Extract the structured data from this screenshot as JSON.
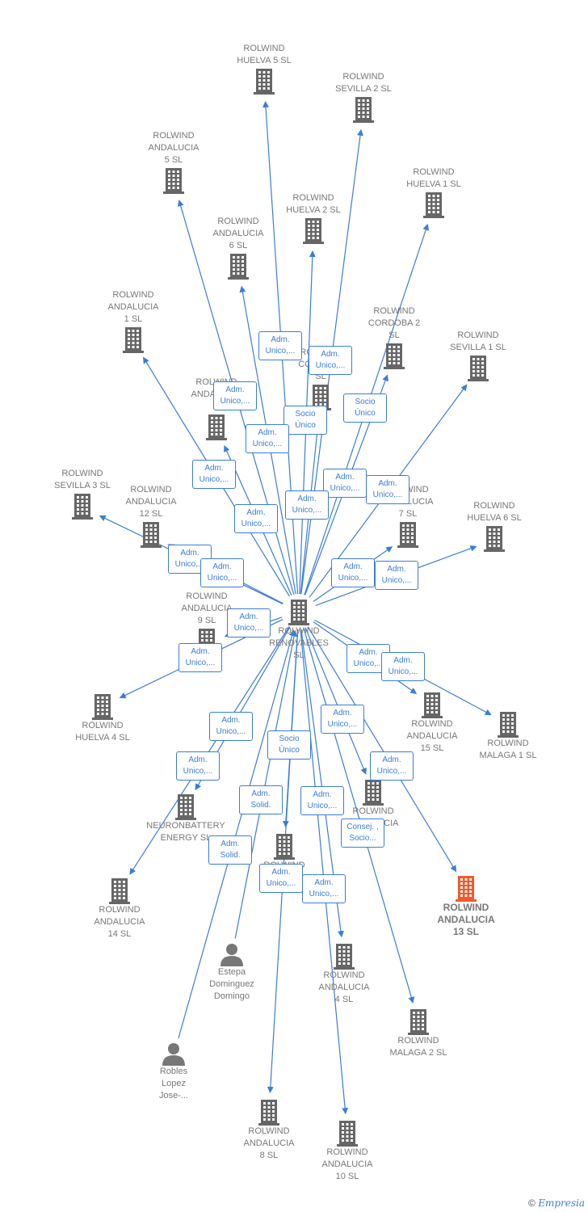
{
  "colors": {
    "edge": "#3a7dd6",
    "node": "#666666",
    "highlight": "#f25a2a",
    "person": "#777777"
  },
  "center": {
    "id": "center",
    "label": "ROLWIND\nRENOVABLES\nSL"
  },
  "nodes": [
    {
      "id": "huelva5",
      "label": "ROLWIND\nHUELVA 5  SL"
    },
    {
      "id": "sevilla2",
      "label": "ROLWIND\nSEVILLA 2  SL"
    },
    {
      "id": "andalucia5",
      "label": "ROLWIND\nANDALUCIA\n5  SL"
    },
    {
      "id": "huelva1",
      "label": "ROLWIND\nHUELVA 1  SL"
    },
    {
      "id": "huelva2",
      "label": "ROLWIND\nHUELVA 2  SL"
    },
    {
      "id": "andalucia6",
      "label": "ROLWIND\nANDALUCIA\n6  SL"
    },
    {
      "id": "andalucia1",
      "label": "ROLWIND\nANDALUCIA\n1  SL"
    },
    {
      "id": "cordoba2",
      "label": "ROLWIND\nCORDOBA 2\nSL"
    },
    {
      "id": "sevilla1",
      "label": "ROLWIND\nSEVILLA 1  SL"
    },
    {
      "id": "andalucia3",
      "label": "ROLWIND\nANDALUCIA\n3"
    },
    {
      "id": "cordoba1",
      "label": "ROLWIND\nCORDOBA\nSL"
    },
    {
      "id": "sevilla3",
      "label": "ROLWIND\nSEVILLA 3  SL"
    },
    {
      "id": "andalucia12",
      "label": "ROLWIND\nANDALUCIA\n12  SL"
    },
    {
      "id": "andalucia7",
      "label": "ROLWIND\nANDALUCIA\n7  SL"
    },
    {
      "id": "huelva6",
      "label": "ROLWIND\nHUELVA 6  SL"
    },
    {
      "id": "andalucia9",
      "label": "ROLWIND\nANDALUCIA\n9  SL"
    },
    {
      "id": "huelva4",
      "label": "ROLWIND\nHUELVA 4  SL"
    },
    {
      "id": "andalucia15",
      "label": "ROLWIND\nANDALUCIA\n15  SL"
    },
    {
      "id": "malaga1",
      "label": "ROLWIND\nMALAGA 1  SL"
    },
    {
      "id": "neuronbattery",
      "label": "NEURONBATTERY\nENERGY  SL"
    },
    {
      "id": "andalucia11",
      "label": "ROLWIND\nANDALUCIA"
    },
    {
      "id": "huelva3",
      "label": "ROLWIND\nHUELVA"
    },
    {
      "id": "andalucia14",
      "label": "ROLWIND\nANDALUCIA\n14  SL"
    },
    {
      "id": "andalucia13",
      "label": "ROLWIND\nANDALUCIA\n13  SL",
      "highlight": true
    },
    {
      "id": "estepa",
      "label": "Estepa\nDominguez\nDomingo",
      "person": true
    },
    {
      "id": "andalucia4",
      "label": "ROLWIND\nANDALUCIA\n4  SL"
    },
    {
      "id": "malaga2",
      "label": "ROLWIND\nMALAGA 2  SL"
    },
    {
      "id": "robles",
      "label": "Robles\nLopez\nJose-...",
      "person": true
    },
    {
      "id": "andalucia8",
      "label": "ROLWIND\nANDALUCIA\n8  SL"
    },
    {
      "id": "andalucia10",
      "label": "ROLWIND\nANDALUCIA\n10  SL"
    }
  ],
  "roles": [
    {
      "id": "r-huelva2",
      "label": "Adm.\nUnico,..."
    },
    {
      "id": "r-cordoba1",
      "label": "Adm.\nUnico,..."
    },
    {
      "id": "r-andalucia3",
      "label": "Adm.\nUnico,..."
    },
    {
      "id": "r-socio1",
      "label": "Socio\nÚnico"
    },
    {
      "id": "r-cordoba2",
      "label": "Socio\nÚnico"
    },
    {
      "id": "r-andalucia6",
      "label": "Adm.\nUnico,..."
    },
    {
      "id": "r-andalucia1",
      "label": "Adm.\nUnico,..."
    },
    {
      "id": "r-sevilla2",
      "label": "Adm.\nUnico,..."
    },
    {
      "id": "r-andalucia7",
      "label": "Adm.\nUnico,..."
    },
    {
      "id": "r-andalucia5",
      "label": "Adm.\nUnico,..."
    },
    {
      "id": "r-huelva1",
      "label": "Adm.\nUnico,..."
    },
    {
      "id": "r-andalucia12",
      "label": "Adm.\nUnico,..."
    },
    {
      "id": "r-sevilla3",
      "label": "Adm.\nUnico,..."
    },
    {
      "id": "r-sevilla1",
      "label": "Adm.\nUnico,..."
    },
    {
      "id": "r-huelva6",
      "label": "Adm.\nUnico,..."
    },
    {
      "id": "r-andalucia9",
      "label": "Adm.\nUnico,..."
    },
    {
      "id": "r-huelva4",
      "label": "Adm.\nUnico,..."
    },
    {
      "id": "r-andalucia15",
      "label": "Adm.\nUnico,..."
    },
    {
      "id": "r-malaga1",
      "label": "Adm.\nUnico,..."
    },
    {
      "id": "r-neuron",
      "label": "Adm.\nUnico,..."
    },
    {
      "id": "r-andalucia14",
      "label": "Adm.\nUnico,..."
    },
    {
      "id": "r-socio2",
      "label": "Socio\nÚnico"
    },
    {
      "id": "r-andalucia11",
      "label": "Adm.\nUnico,..."
    },
    {
      "id": "r-andalucia13",
      "label": "Adm.\nUnico,..."
    },
    {
      "id": "r-estepa",
      "label": "Adm.\nSolid."
    },
    {
      "id": "r-huelva3",
      "label": "Adm.\nUnico,..."
    },
    {
      "id": "r-consej",
      "label": "Consej. ,\nSocio..."
    },
    {
      "id": "r-robles",
      "label": "Adm.\nSolid."
    },
    {
      "id": "r-andalucia8",
      "label": "Adm.\nUnico,..."
    },
    {
      "id": "r-andalucia4",
      "label": "Adm.\nUnico,..."
    }
  ],
  "edges": [
    {
      "from": "center",
      "to": "huelva5"
    },
    {
      "from": "center",
      "to": "sevilla2"
    },
    {
      "from": "center",
      "to": "andalucia5"
    },
    {
      "from": "center",
      "to": "huelva1"
    },
    {
      "from": "center",
      "to": "huelva2"
    },
    {
      "from": "center",
      "to": "andalucia6"
    },
    {
      "from": "center",
      "to": "andalucia1"
    },
    {
      "from": "center",
      "to": "cordoba2"
    },
    {
      "from": "center",
      "to": "sevilla1"
    },
    {
      "from": "center",
      "to": "andalucia3"
    },
    {
      "from": "center",
      "to": "cordoba1"
    },
    {
      "from": "center",
      "to": "sevilla3"
    },
    {
      "from": "center",
      "to": "andalucia12"
    },
    {
      "from": "center",
      "to": "andalucia7"
    },
    {
      "from": "center",
      "to": "huelva6"
    },
    {
      "from": "center",
      "to": "andalucia9"
    },
    {
      "from": "center",
      "to": "huelva4"
    },
    {
      "from": "center",
      "to": "andalucia15"
    },
    {
      "from": "center",
      "to": "malaga1"
    },
    {
      "from": "center",
      "to": "neuronbattery"
    },
    {
      "from": "center",
      "to": "andalucia14"
    },
    {
      "from": "center",
      "to": "andalucia11"
    },
    {
      "from": "center",
      "to": "andalucia13"
    },
    {
      "from": "center",
      "to": "huelva3"
    },
    {
      "from": "center",
      "to": "andalucia4"
    },
    {
      "from": "center",
      "to": "malaga2"
    },
    {
      "from": "center",
      "to": "andalucia8"
    },
    {
      "from": "center",
      "to": "andalucia10"
    },
    {
      "from": "estepa",
      "to": "center"
    },
    {
      "from": "robles",
      "to": "center"
    }
  ],
  "footer": {
    "copyright": "©",
    "brand": "Empresia"
  }
}
